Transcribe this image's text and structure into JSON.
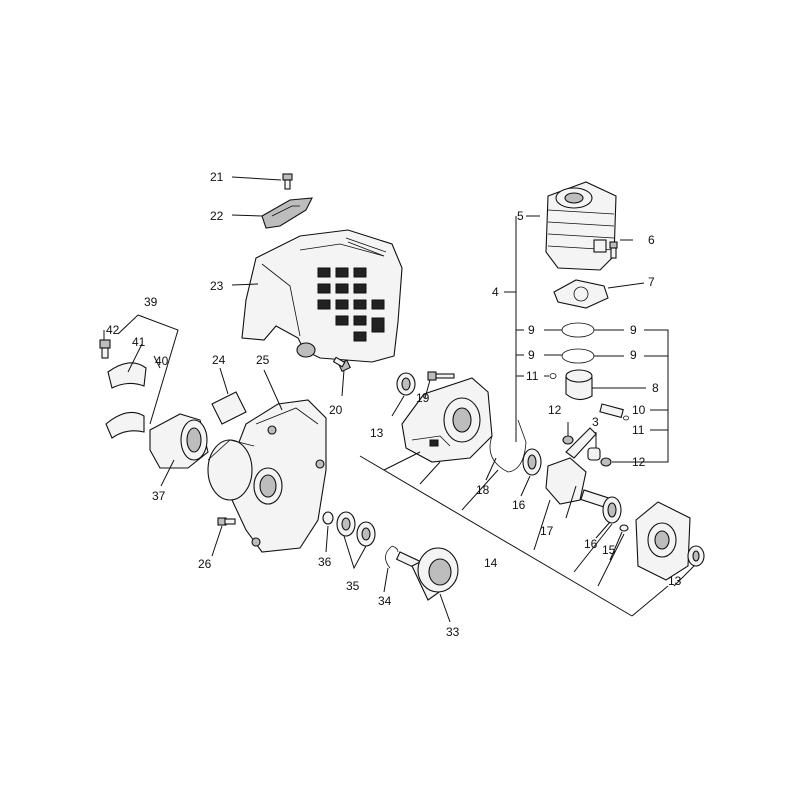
{
  "callouts": {
    "l3": "3",
    "l4": "4",
    "l5": "5",
    "l6": "6",
    "l7": "7",
    "l8": "8",
    "l9a": "9",
    "l9b": "9",
    "l9c": "9",
    "l9d": "9",
    "l10": "10",
    "l11a": "11",
    "l11b": "11",
    "l12a": "12",
    "l12b": "12",
    "l13a": "13",
    "l13b": "13",
    "l14": "14",
    "l15": "15",
    "l16a": "16",
    "l16b": "16",
    "l17": "17",
    "l18": "18",
    "l19": "19",
    "l20": "20",
    "l21": "21",
    "l22": "22",
    "l23": "23",
    "l24": "24",
    "l25": "25",
    "l26": "26",
    "l33": "33",
    "l34": "34",
    "l35": "35",
    "l36": "36",
    "l37": "37",
    "l39": "39",
    "l40": "40",
    "l41": "41",
    "l42": "42"
  }
}
